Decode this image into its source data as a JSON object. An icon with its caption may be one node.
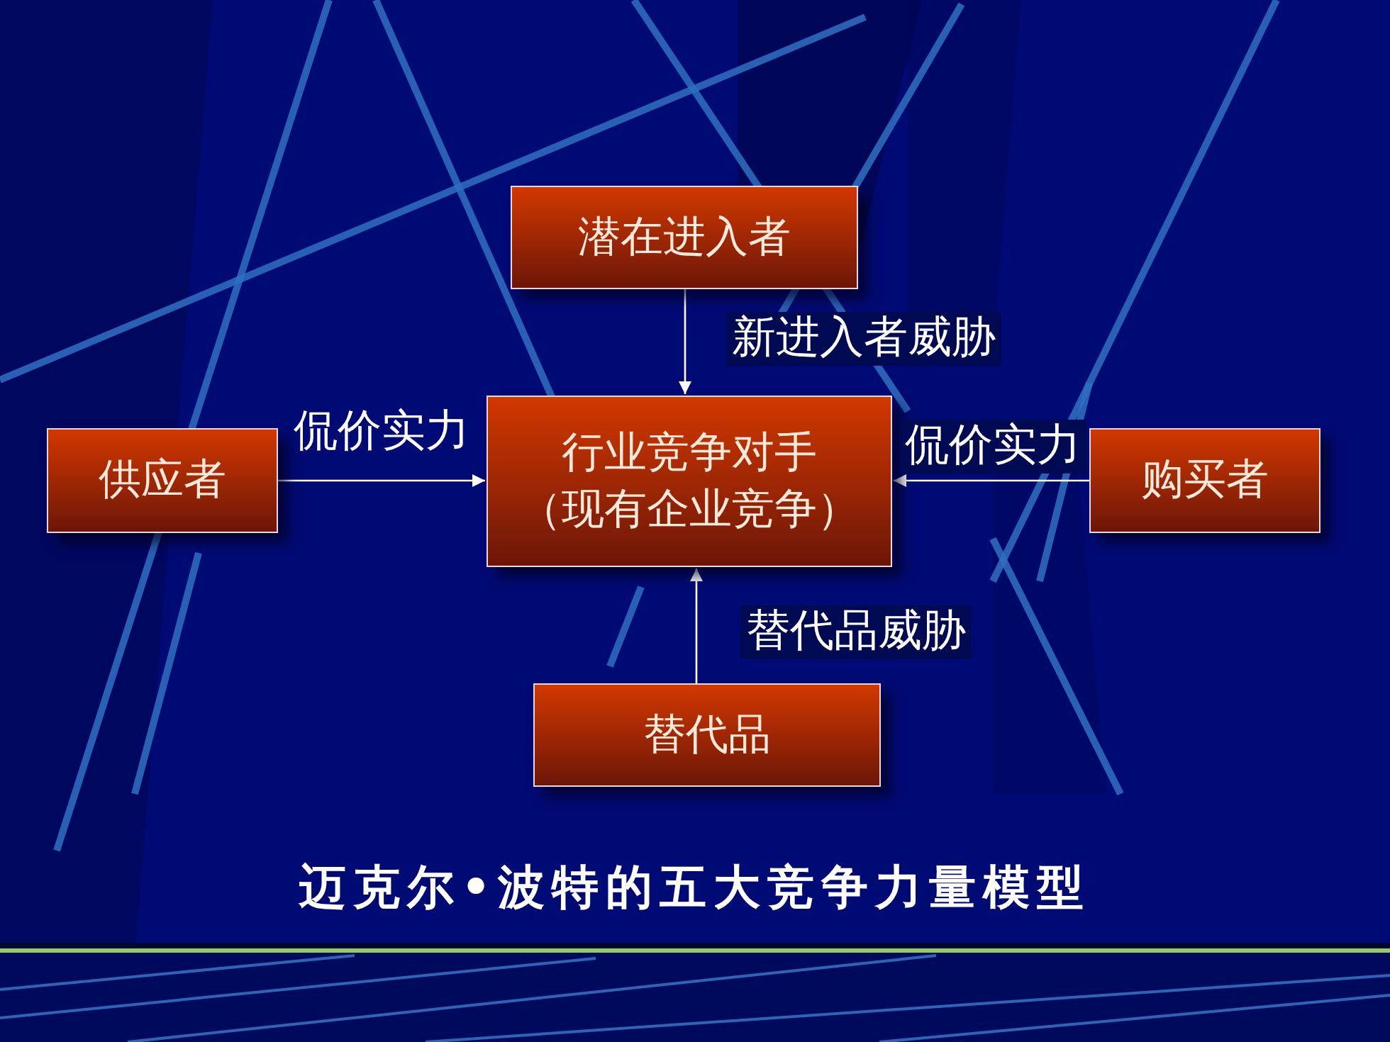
{
  "diagram": {
    "caption": "迈克尔•波特的五大竞争力量模型",
    "nodes": [
      {
        "text": [
          "潜在进入者"
        ]
      },
      {
        "text": [
          "供应者"
        ]
      },
      {
        "text": [
          "行业竞争对手",
          "（现有企业竞争）"
        ]
      },
      {
        "text": [
          "购买者"
        ]
      },
      {
        "text": [
          "替代品"
        ]
      }
    ],
    "edges": [
      {
        "from": 0,
        "to": 2,
        "arrow": "to",
        "label": "新进入者威胁"
      },
      {
        "from": 1,
        "to": 2,
        "arrow": "to",
        "label": "侃价实力"
      },
      {
        "from": 3,
        "to": 2,
        "arrow": "to",
        "label": "侃价实力"
      },
      {
        "from": 4,
        "to": 2,
        "arrow": "to",
        "label": "替代品威胁"
      }
    ]
  }
}
